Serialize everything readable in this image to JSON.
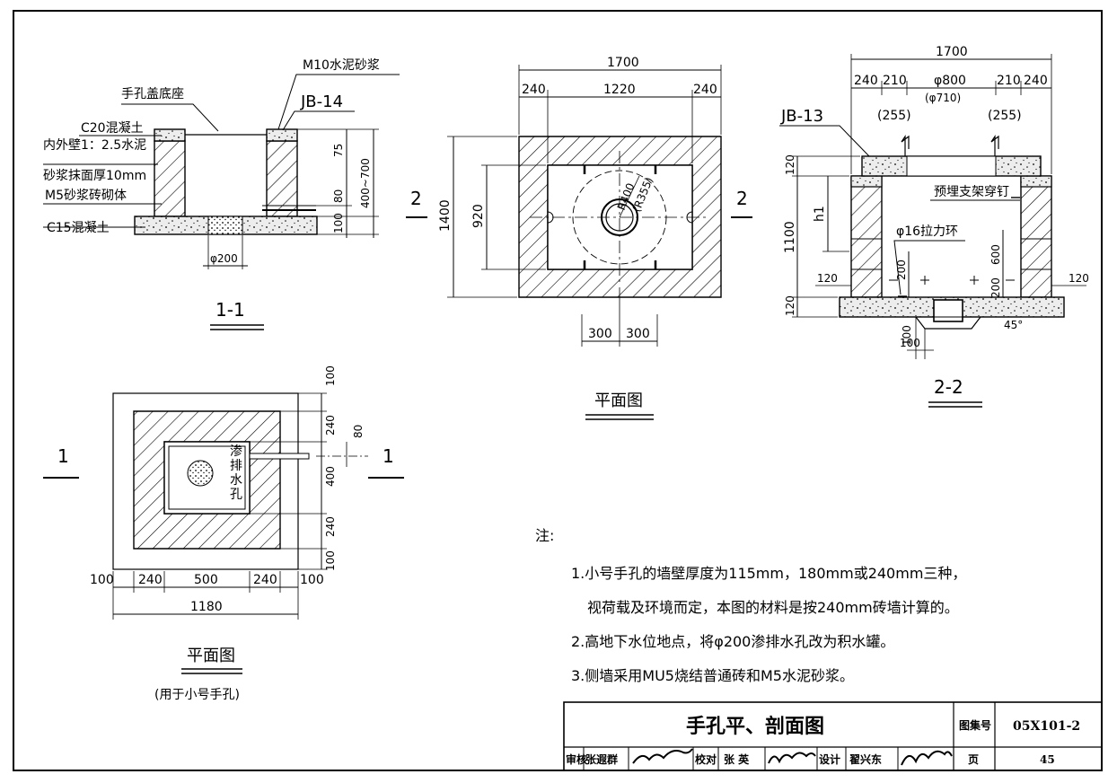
{
  "section_1_1": {
    "label_cover_base": "手孔盖底座",
    "label_mortar": "M10水泥砂浆",
    "label_jb14": "JB-14",
    "label_c20": "C20混凝土",
    "label_plaster_1": "内外壁1：2.5水泥",
    "label_plaster_2": "砂浆抹面厚10mm",
    "label_m5": "M5砂浆砖砌体",
    "label_c15": "C15混凝土",
    "dim_75": "75",
    "dim_80": "80",
    "dim_100": "100",
    "dim_height": "400~700",
    "dim_phi200": "φ200",
    "title": "1-1"
  },
  "plan_main": {
    "dim_total": "1700",
    "dim_240_left": "240",
    "dim_1220": "1220",
    "dim_240_right": "240",
    "dim_1400": "1400",
    "dim_920": "920",
    "label_r400": "R400",
    "label_r355": "(R355)",
    "dim_300_left": "300",
    "dim_300_right": "300",
    "cut_left": "2",
    "cut_right": "2",
    "title": "平面图"
  },
  "section_2_2": {
    "dim_total": "1700",
    "dim_240_left": "240",
    "dim_210_left": "210",
    "dim_phi800": "φ800",
    "dim_phi710": "(φ710)",
    "dim_210_right": "210",
    "dim_240_right": "240",
    "dim_255_left": "(255)",
    "dim_255_right": "(255)",
    "label_jb13": "JB-13",
    "dim_120_top": "120",
    "dim_h1": "h1",
    "dim_1100": "1100",
    "dim_120_bottom": "120",
    "label_bracket": "预埋支架穿钉",
    "label_ring": "φ16拉力环",
    "dim_200_a": "200",
    "dim_200_b": "200",
    "dim_600": "600",
    "dim_120_left": "120",
    "dim_120_right": "120",
    "dim_100_a": "100",
    "dim_100_b": "100",
    "dim_45": "45°",
    "title": "2-2"
  },
  "plan_small": {
    "dim_100_top": "100",
    "dim_240_top": "240",
    "dim_80": "80",
    "dim_400": "400",
    "dim_240_bottom": "240",
    "dim_100_bottom": "100",
    "label_drain": [
      "渗",
      "排",
      "水",
      "孔"
    ],
    "cut_left": "1",
    "cut_right": "1",
    "dim_100_left": "100",
    "dim_240_left": "240",
    "dim_500": "500",
    "dim_240_right": "240",
    "dim_100_right": "100",
    "dim_1180": "1180",
    "title": "平面图",
    "subtitle": "(用于小号手孔)"
  },
  "notes": {
    "heading": "注:",
    "line_1": "1.小号手孔的墙壁厚度为115mm，180mm或240mm三种，",
    "line_1b": "视荷载及环境而定，本图的材料是按240mm砖墙计算的。",
    "line_2": "2.高地下水位地点，将φ200渗排水孔改为积水罐。",
    "line_3": "3.侧墙采用MU5烧结普通砖和M5水泥砂浆。"
  },
  "title_block": {
    "drawing_title": "手孔平、剖面图",
    "atlas_label": "图集号",
    "atlas_number": "05X101-2",
    "review_label": "审核",
    "review_name": "张遐群",
    "check_label": "校对",
    "check_name": "张 英",
    "design_label": "设计",
    "design_name": "翟兴东",
    "page_label": "页",
    "page_number": "45"
  }
}
